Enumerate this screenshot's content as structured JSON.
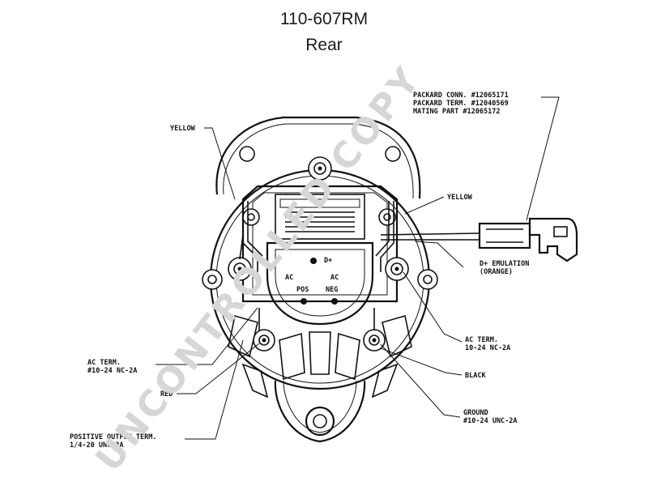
{
  "header": {
    "part_number": "110-607RM",
    "view": "Rear"
  },
  "watermark": "UNCONTROLLED COPY",
  "labels": {
    "yellow_left": "YELLOW",
    "connector_line1": "PACKARD CONN. #12065171",
    "connector_line2": "PACKARD TERM. #12040569",
    "connector_line3": "MATING PART #12065172",
    "yellow_right": "YELLOW",
    "d_plus_line1": "D+ EMULATION",
    "d_plus_line2": "(ORANGE)",
    "ac_term_right_line1": "AC TERM.",
    "ac_term_right_line2": "10-24 NC-2A",
    "black": "BLACK",
    "ground_line1": "GROUND",
    "ground_line2": "#10-24 UNC-2A",
    "ac_term_left_line1": "AC TERM.",
    "ac_term_left_line2": "#10-24 NC-2A",
    "red": "RED",
    "positive_output_line1": "POSITIVE OUTPUT TERM.",
    "positive_output_line2": "1/4-20 UNC-2A"
  },
  "terminal_marks": {
    "d_plus": "D+",
    "ac_left": "AC",
    "ac_right": "AC",
    "pos": "POS",
    "neg": "NEG"
  },
  "colors": {
    "ink": "#111111",
    "watermark": "#d6d6d6",
    "background": "#ffffff"
  }
}
